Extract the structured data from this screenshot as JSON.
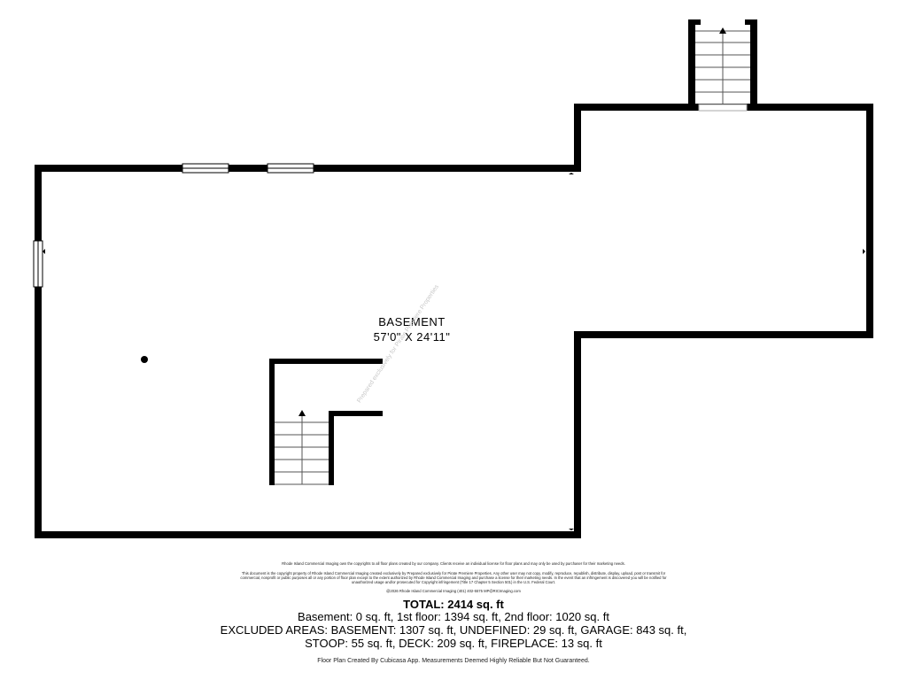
{
  "room": {
    "name": "BASEMENT",
    "dimensions": "57'0\" X 24'11\""
  },
  "watermark": "Prepared exclusively for Pirate Premiere Properties",
  "fine_print": {
    "line1": "Rhode Island Commercial Imaging own the copyrights to all floor plans created by our company. Clients receive an individual license for floor plans and may only be used by purchaser for their marketing needs.",
    "line2": "This document is the copyright property of Rhode Island Commercial Imaging created exclusively by Prepared exclusively for Pirate Premiere Properties. Any other user may not copy, modify, reproduce, republish, distribute, display, upload, post or transmit for commercial, nonprofit or public purposes all or any portion of floor plan except to the extent authorized by Rhode Island Commercial Imaging and purchase a license for their marketing needs. In the event that an infringement is discovered you will be notified for unauthorized usage and/or prosecuted for Copyright infringement (Title 17 Chapter 5 Section 501) in the U.S. Federal Court.",
    "line3": "@2026 Rhode Island Commercial Imaging (401) 402-5575 MP@RICImaging.com"
  },
  "total": "TOTAL: 2414 sq. ft",
  "summary": [
    "Basement: 0 sq. ft, 1st floor: 1394 sq. ft, 2nd floor: 1020 sq. ft",
    "EXCLUDED AREAS: BASEMENT: 1307 sq. ft, UNDEFINED: 29 sq. ft, GARAGE: 843 sq. ft,",
    "STOOP: 55 sq. ft, DECK: 209 sq. ft, FIREPLACE: 13 sq. ft"
  ],
  "footer": "Floor Plan Created By Cubicasa App. Measurements Deemed Highly Reliable But Not Guaranteed.",
  "colors": {
    "wall": "#000000",
    "window": "#ffffff",
    "stair_line": "#555555"
  }
}
